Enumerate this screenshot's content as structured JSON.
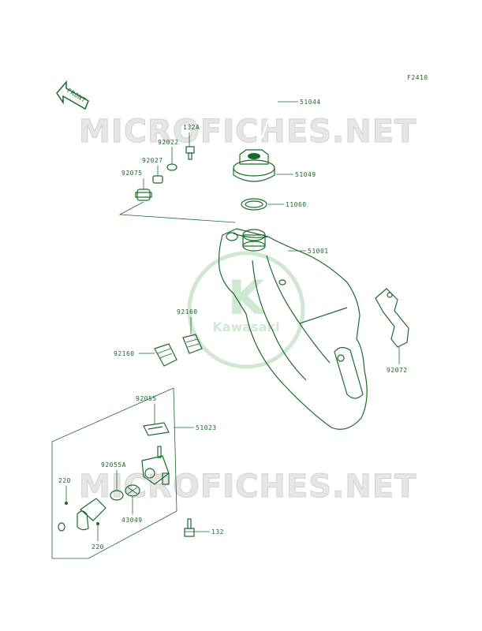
{
  "figure_code": "F2410",
  "front_arrow_text": "FRONT",
  "watermark_text": "MICROFICHES.NET",
  "logo_text": "Kawasaki",
  "logo_letter": "K",
  "colors": {
    "line": "#1a6b2a",
    "watermark": "#e6e6e6",
    "logo": "#cfe8d2"
  },
  "parts": {
    "p51044": "51044",
    "p132a": "132A",
    "p92022": "92022",
    "p92027": "92027",
    "p51049": "51049",
    "p92075": "92075",
    "p11060": "11060",
    "p51001": "51001",
    "p92160a": "92160",
    "p92160b": "92160",
    "p92072": "92072",
    "p92055": "92055",
    "p51023": "51023",
    "p92055a": "92055A",
    "p220a": "220",
    "p43049": "43049",
    "p220b": "220",
    "p132": "132"
  }
}
